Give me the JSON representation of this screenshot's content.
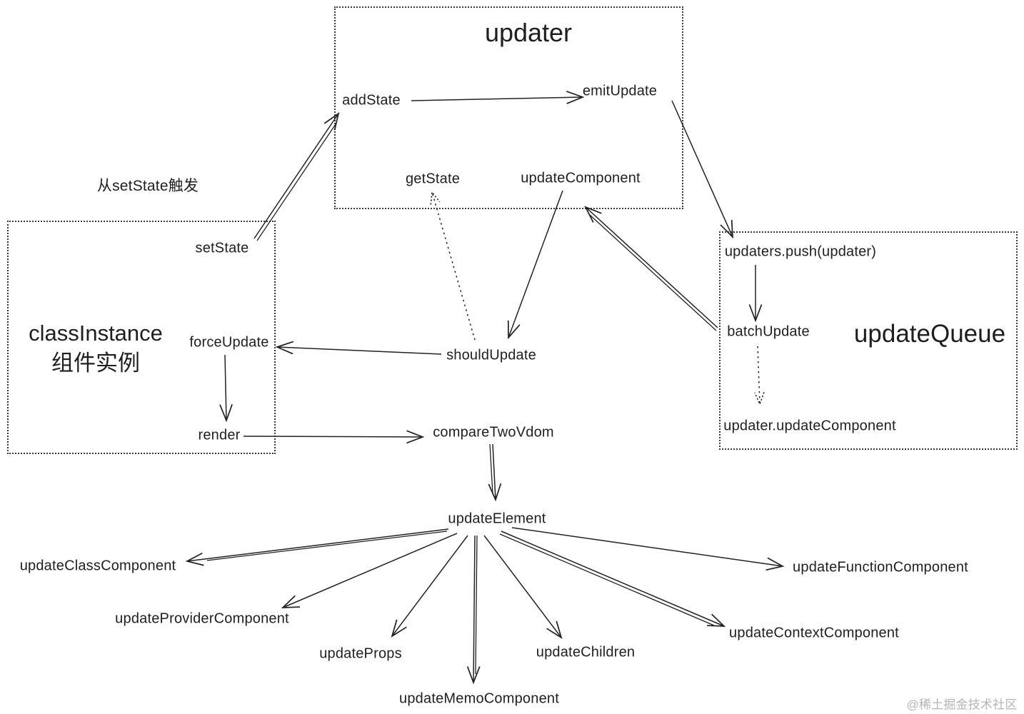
{
  "page": {
    "background": "#ffffff",
    "ink": "#222222",
    "watermark_color": "#b5b5b5"
  },
  "boxes": {
    "updater": {
      "title": "updater"
    },
    "class_instance": {
      "title": "classInstance",
      "subtitle": "组件实例"
    },
    "update_queue": {
      "title": "updateQueue"
    }
  },
  "nodes": {
    "add_state": "addState",
    "emit_update": "emitUpdate",
    "get_state": "getState",
    "update_component": "updateComponent",
    "set_state": "setState",
    "force_update": "forceUpdate",
    "render": "render",
    "should_update": "shouldUpdate",
    "compare_two_vdom": "compareTwoVdom",
    "updaters_push": "updaters.push(updater)",
    "batch_update": "batchUpdate",
    "updater_update_component": "updater.updateComponent",
    "update_element": "updateElement",
    "update_class_component": "updateClassComponent",
    "update_provider_component": "updateProviderComponent",
    "update_props": "updateProps",
    "update_memo_component": "updateMemoComponent",
    "update_children": "updateChildren",
    "update_context_component": "updateContextComponent",
    "update_function_component": "updateFunctionComponent"
  },
  "annotation": {
    "text": "从setState触发"
  },
  "watermark": {
    "text": "@稀土掘金技术社区"
  },
  "edges": [
    {
      "from": "setState",
      "to": "addState",
      "style": "solid"
    },
    {
      "from": "addState",
      "to": "emitUpdate",
      "style": "solid"
    },
    {
      "from": "emitUpdate",
      "to": "updaters.push(updater)",
      "style": "solid"
    },
    {
      "from": "updaters.push(updater)",
      "to": "batchUpdate",
      "style": "solid"
    },
    {
      "from": "batchUpdate",
      "to": "updater.updateComponent",
      "style": "dotted"
    },
    {
      "from": "batchUpdate",
      "to": "updateComponent",
      "style": "solid"
    },
    {
      "from": "updateComponent",
      "to": "shouldUpdate",
      "style": "solid"
    },
    {
      "from": "shouldUpdate",
      "to": "getState",
      "style": "dotted"
    },
    {
      "from": "shouldUpdate",
      "to": "forceUpdate",
      "style": "solid"
    },
    {
      "from": "forceUpdate",
      "to": "render",
      "style": "solid"
    },
    {
      "from": "render",
      "to": "compareTwoVdom",
      "style": "solid"
    },
    {
      "from": "compareTwoVdom",
      "to": "updateElement",
      "style": "solid"
    },
    {
      "from": "updateElement",
      "to": "updateClassComponent",
      "style": "solid"
    },
    {
      "from": "updateElement",
      "to": "updateProviderComponent",
      "style": "solid"
    },
    {
      "from": "updateElement",
      "to": "updateProps",
      "style": "solid"
    },
    {
      "from": "updateElement",
      "to": "updateMemoComponent",
      "style": "solid"
    },
    {
      "from": "updateElement",
      "to": "updateChildren",
      "style": "solid"
    },
    {
      "from": "updateElement",
      "to": "updateContextComponent",
      "style": "solid"
    },
    {
      "from": "updateElement",
      "to": "updateFunctionComponent",
      "style": "solid"
    }
  ]
}
